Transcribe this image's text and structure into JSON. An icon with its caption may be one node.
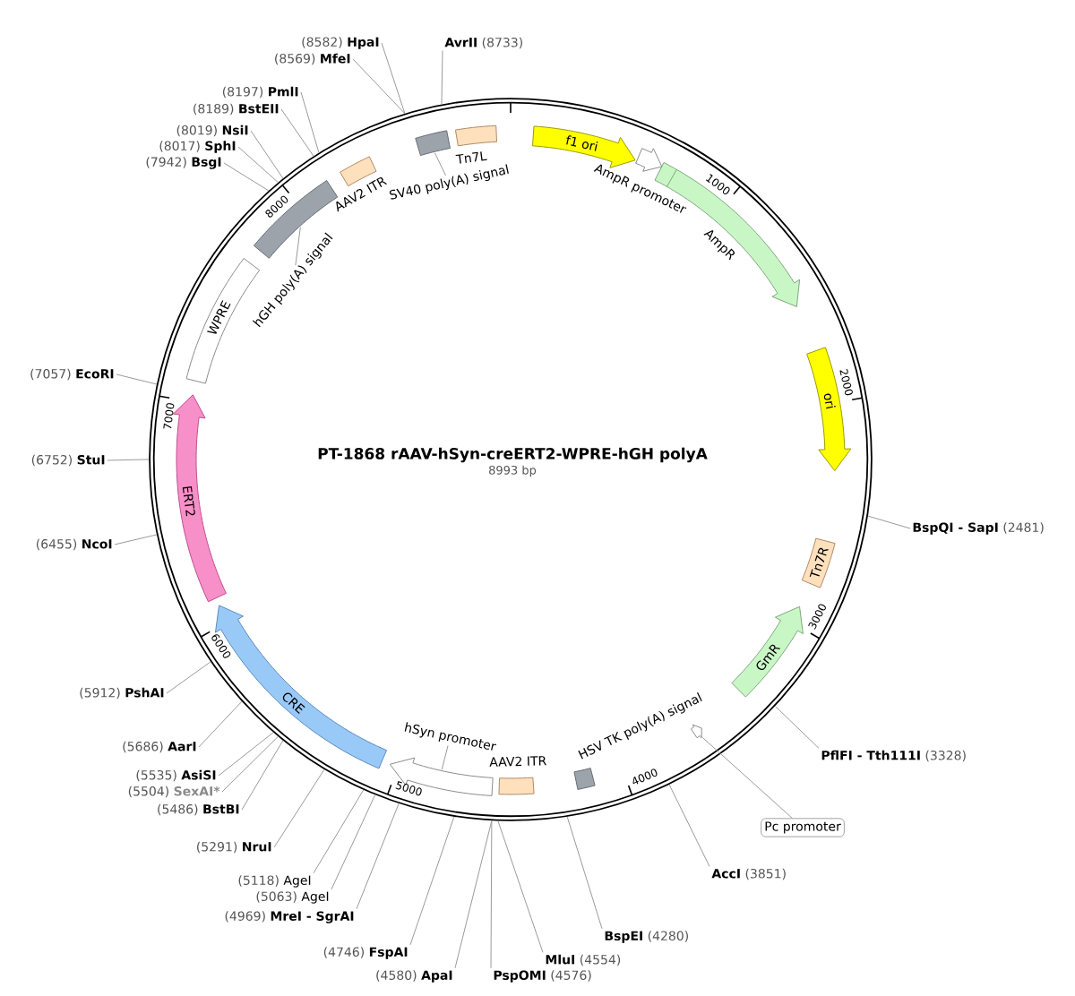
{
  "diagram": {
    "title": "PT-1868 rAAV-hSyn-creERT2-WPRE-hGH polyA",
    "nodes": [
      {
        "text": [],
        "shape": "circle"
      },
      {
        "text": [
          "f1 ori"
        ],
        "in": 0
      },
      {
        "text": [
          "AmpR promoter"
        ],
        "in": 0
      },
      {
        "text": [
          "AmpR"
        ],
        "in": 0
      },
      {
        "text": [
          "ori"
        ],
        "in": 0
      },
      {
        "text": [
          "Tn7R"
        ],
        "in": 0
      },
      {
        "text": [
          "GmR"
        ],
        "in": 0
      },
      {
        "text": [],
        "shape": "arrow",
        "in": 0
      },
      {
        "text": [
          "Pc promoter"
        ]
      },
      {
        "text": [
          "HSV TK poly(A) signal"
        ],
        "in": 0
      },
      {
        "text": [
          "AAV2 ITR"
        ],
        "in": 0
      },
      {
        "text": [],
        "shape": "arrow",
        "in": 0
      },
      {
        "text": [
          "hSyn promoter"
        ],
        "in": 0
      },
      {
        "text": [
          "CRE"
        ],
        "in": 0
      },
      {
        "text": [
          "ERT2"
        ],
        "in": 0
      },
      {
        "text": [
          "WPRE"
        ],
        "in": 0
      },
      {
        "text": [],
        "shape": "box",
        "in": 0
      },
      {
        "text": [
          "hGH poly(A) signal"
        ],
        "in": 0
      },
      {
        "text": [
          "AAV2 ITR"
        ],
        "in": 0
      },
      {
        "text": [],
        "shape": "box",
        "in": 0
      },
      {
        "text": [
          "SV40 poly(A) signal"
        ],
        "in": 0
      },
      {
        "text": [
          "Tn7L"
        ],
        "in": 0
      },
      {
        "text": [
          "(8582)",
          "HpaI"
        ]
      },
      {
        "text": [
          "(8569)",
          "MfeI"
        ]
      },
      {
        "text": [
          "AvrII",
          "(8733)"
        ]
      },
      {
        "text": [
          "(8197)",
          "PmlI"
        ]
      },
      {
        "text": [
          "(8189)",
          "BstEII"
        ]
      },
      {
        "text": [
          "(8019)",
          "NsiI"
        ]
      },
      {
        "text": [
          "(8017)",
          "SphI"
        ]
      },
      {
        "text": [
          "(7942)",
          "BsgI"
        ]
      },
      {
        "text": [
          "(7057)",
          "EcoRI"
        ]
      },
      {
        "text": [
          "(6752)",
          "StuI"
        ]
      },
      {
        "text": [
          "(6455)",
          "NcoI"
        ]
      },
      {
        "text": [
          "(5912)",
          "PshAI"
        ]
      },
      {
        "text": [
          "(5686)",
          "AarI"
        ]
      },
      {
        "text": [
          "(5535)",
          "AsiSI"
        ]
      },
      {
        "text": [
          "(5504)",
          "SexAI*"
        ]
      },
      {
        "text": [
          "(5486)",
          "BstBI"
        ]
      },
      {
        "text": [
          "(5291)",
          "NruI"
        ]
      },
      {
        "text": [
          "(5118)",
          "AgeI"
        ]
      },
      {
        "text": [
          "(5063)",
          "AgeI"
        ]
      },
      {
        "text": [
          "(4969)",
          "MreI - SgrAI"
        ]
      },
      {
        "text": [
          "(4746)",
          "FspAI"
        ]
      },
      {
        "text": [
          "(4580)",
          "ApaI"
        ]
      },
      {
        "text": [
          "PspOMI",
          "(4576)"
        ]
      },
      {
        "text": [
          "MluI",
          "(4554)"
        ]
      },
      {
        "text": [
          "BspEI",
          "(4280)"
        ]
      },
      {
        "text": [
          "AccI",
          "(3851)"
        ]
      },
      {
        "text": [
          "PflFI - Tth111I",
          "(3328)"
        ]
      },
      {
        "text": [
          "BspQI - SapI",
          "(2481)"
        ]
      }
    ],
    "edges": [
      {
        "from": 17,
        "to": 16,
        "arrow": "none"
      },
      {
        "from": 20,
        "to": 19,
        "arrow": "none"
      },
      {
        "from": 12,
        "to": 11,
        "arrow": "none"
      },
      {
        "from": 8,
        "to": 7,
        "arrow": "none"
      },
      {
        "from": 22,
        "to": 0,
        "arrow": "none"
      },
      {
        "from": 23,
        "to": 0,
        "arrow": "none"
      },
      {
        "from": 24,
        "to": 0,
        "arrow": "none"
      },
      {
        "from": 25,
        "to": 0,
        "arrow": "none"
      },
      {
        "from": 26,
        "to": 0,
        "arrow": "none"
      },
      {
        "from": 27,
        "to": 0,
        "arrow": "none"
      },
      {
        "from": 28,
        "to": 0,
        "arrow": "none"
      },
      {
        "from": 29,
        "to": 0,
        "arrow": "none"
      },
      {
        "from": 30,
        "to": 0,
        "arrow": "none"
      },
      {
        "from": 31,
        "to": 0,
        "arrow": "none"
      },
      {
        "from": 32,
        "to": 0,
        "arrow": "none"
      },
      {
        "from": 33,
        "to": 0,
        "arrow": "none"
      },
      {
        "from": 34,
        "to": 0,
        "arrow": "none"
      },
      {
        "from": 35,
        "to": 0,
        "arrow": "none"
      },
      {
        "from": 36,
        "to": 0,
        "arrow": "none"
      },
      {
        "from": 37,
        "to": 0,
        "arrow": "none"
      },
      {
        "from": 38,
        "to": 0,
        "arrow": "none"
      },
      {
        "from": 39,
        "to": 0,
        "arrow": "none"
      },
      {
        "from": 40,
        "to": 0,
        "arrow": "none"
      },
      {
        "from": 41,
        "to": 0,
        "arrow": "none"
      },
      {
        "from": 42,
        "to": 0,
        "arrow": "none"
      },
      {
        "from": 43,
        "to": 0,
        "arrow": "none"
      },
      {
        "from": 44,
        "to": 0,
        "arrow": "none"
      },
      {
        "from": 45,
        "to": 0,
        "arrow": "none"
      },
      {
        "from": 46,
        "to": 0,
        "arrow": "none"
      },
      {
        "from": 47,
        "to": 0,
        "arrow": "none"
      },
      {
        "from": 48,
        "to": 0,
        "arrow": "none"
      },
      {
        "from": 49,
        "to": 0,
        "arrow": "none"
      }
    ],
    "labels": [
      "8993 bp",
      "1000",
      "2000",
      "3000",
      "4000",
      "5000",
      "6000",
      "7000",
      "8000"
    ]
  }
}
